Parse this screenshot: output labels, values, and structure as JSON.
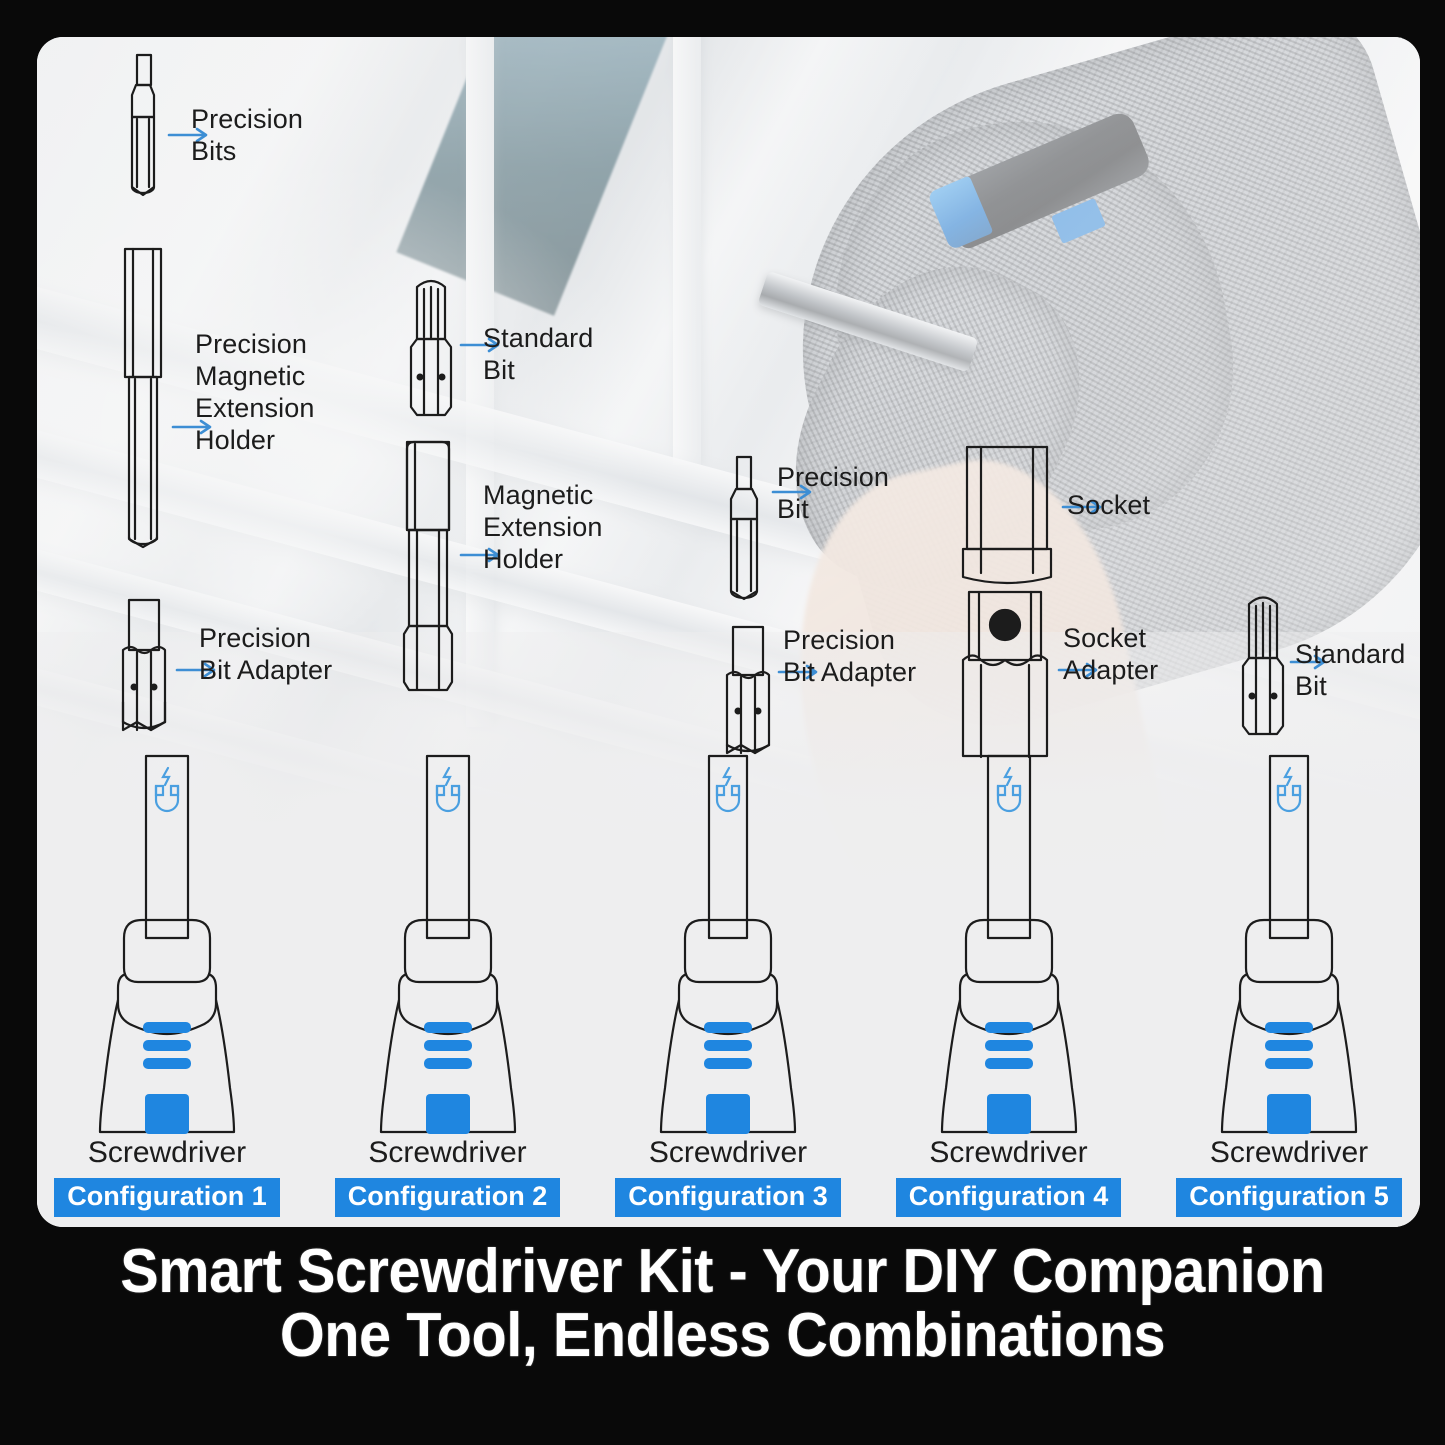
{
  "panel": {
    "accent_blue": "#1f86e0",
    "arrow_blue": "#3d8ed4",
    "outline": "#1c1c1c",
    "background": "#eeeeef",
    "frame": "#090909"
  },
  "callouts": [
    {
      "id": "precision-bits",
      "label": "Precision\nBits",
      "icon": "precision-bit-icon"
    },
    {
      "id": "precision-magnetic-extension",
      "label": "Precision\nMagnetic\nExtension\nHolder",
      "icon": "precision-extension-holder-icon"
    },
    {
      "id": "precision-bit-adapter-left",
      "label": "Precision\nBit Adapter",
      "icon": "precision-bit-adapter-icon"
    },
    {
      "id": "standard-bit-top",
      "label": "Standard\nBit",
      "icon": "standard-bit-icon"
    },
    {
      "id": "magnetic-extension-holder",
      "label": "Magnetic\nExtension\nHolder",
      "icon": "magnetic-extension-holder-icon"
    },
    {
      "id": "precision-bit",
      "label": "Precision\nBit",
      "icon": "precision-bit-icon"
    },
    {
      "id": "precision-bit-adapter-mid",
      "label": "Precision\nBit Adapter",
      "icon": "precision-bit-adapter-icon"
    },
    {
      "id": "socket",
      "label": "Socket",
      "icon": "socket-icon"
    },
    {
      "id": "socket-adapter",
      "label": "Socket\nAdapter",
      "icon": "socket-adapter-icon"
    },
    {
      "id": "standard-bit-right",
      "label": "Standard\nBit",
      "icon": "standard-bit-icon"
    }
  ],
  "configurations": [
    {
      "tool": "Screwdriver",
      "badge": "Configuration 1"
    },
    {
      "tool": "Screwdriver",
      "badge": "Configuration 2"
    },
    {
      "tool": "Screwdriver",
      "badge": "Configuration 3"
    },
    {
      "tool": "Screwdriver",
      "badge": "Configuration 4"
    },
    {
      "tool": "Screwdriver",
      "badge": "Configuration 5"
    }
  ],
  "headline": {
    "line1": "Smart Screwdriver Kit - Your DIY Companion",
    "line2": "One Tool, Endless Combinations"
  }
}
